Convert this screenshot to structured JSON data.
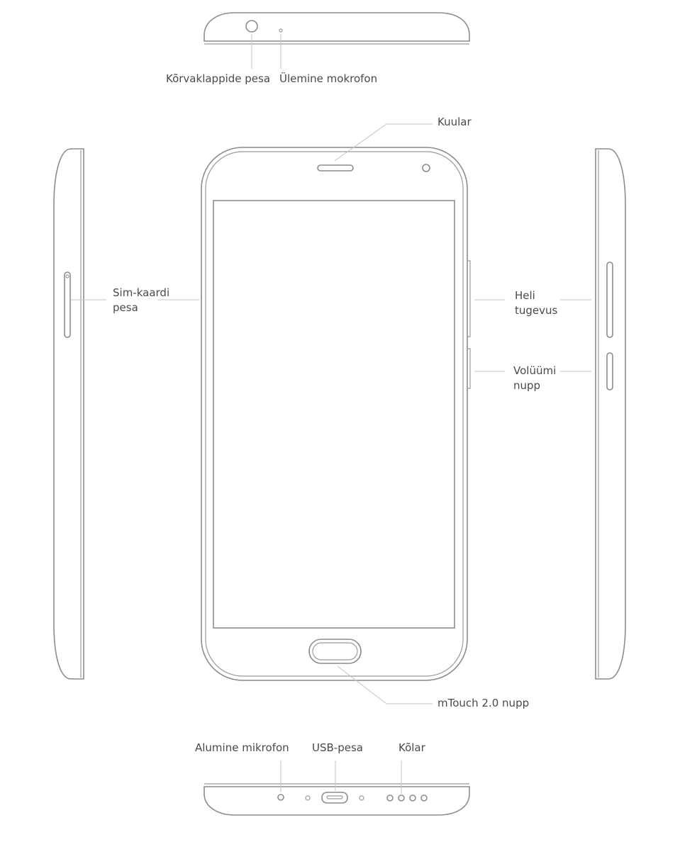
{
  "labels": {
    "headphone_jack": "Kõrvaklappide pesa",
    "top_mic": "Ülemine mokrofon",
    "earpiece": "Kuular",
    "sim_line1": "Sim-kaardi",
    "sim_line2": "pesa",
    "volume_line1": "Heli",
    "volume_line2": "tugevus",
    "power_line1": "Volüümi",
    "power_line2": "nupp",
    "mtouch": "mTouch 2.0 nupp",
    "bottom_mic": "Alumine mikrofon",
    "usb": "USB-pesa",
    "speaker": "Kõlar"
  },
  "colors": {
    "outline": "#8c8c8c",
    "leader": "#c4c4c4",
    "text": "#4a4a4a",
    "background": "#ffffff"
  }
}
